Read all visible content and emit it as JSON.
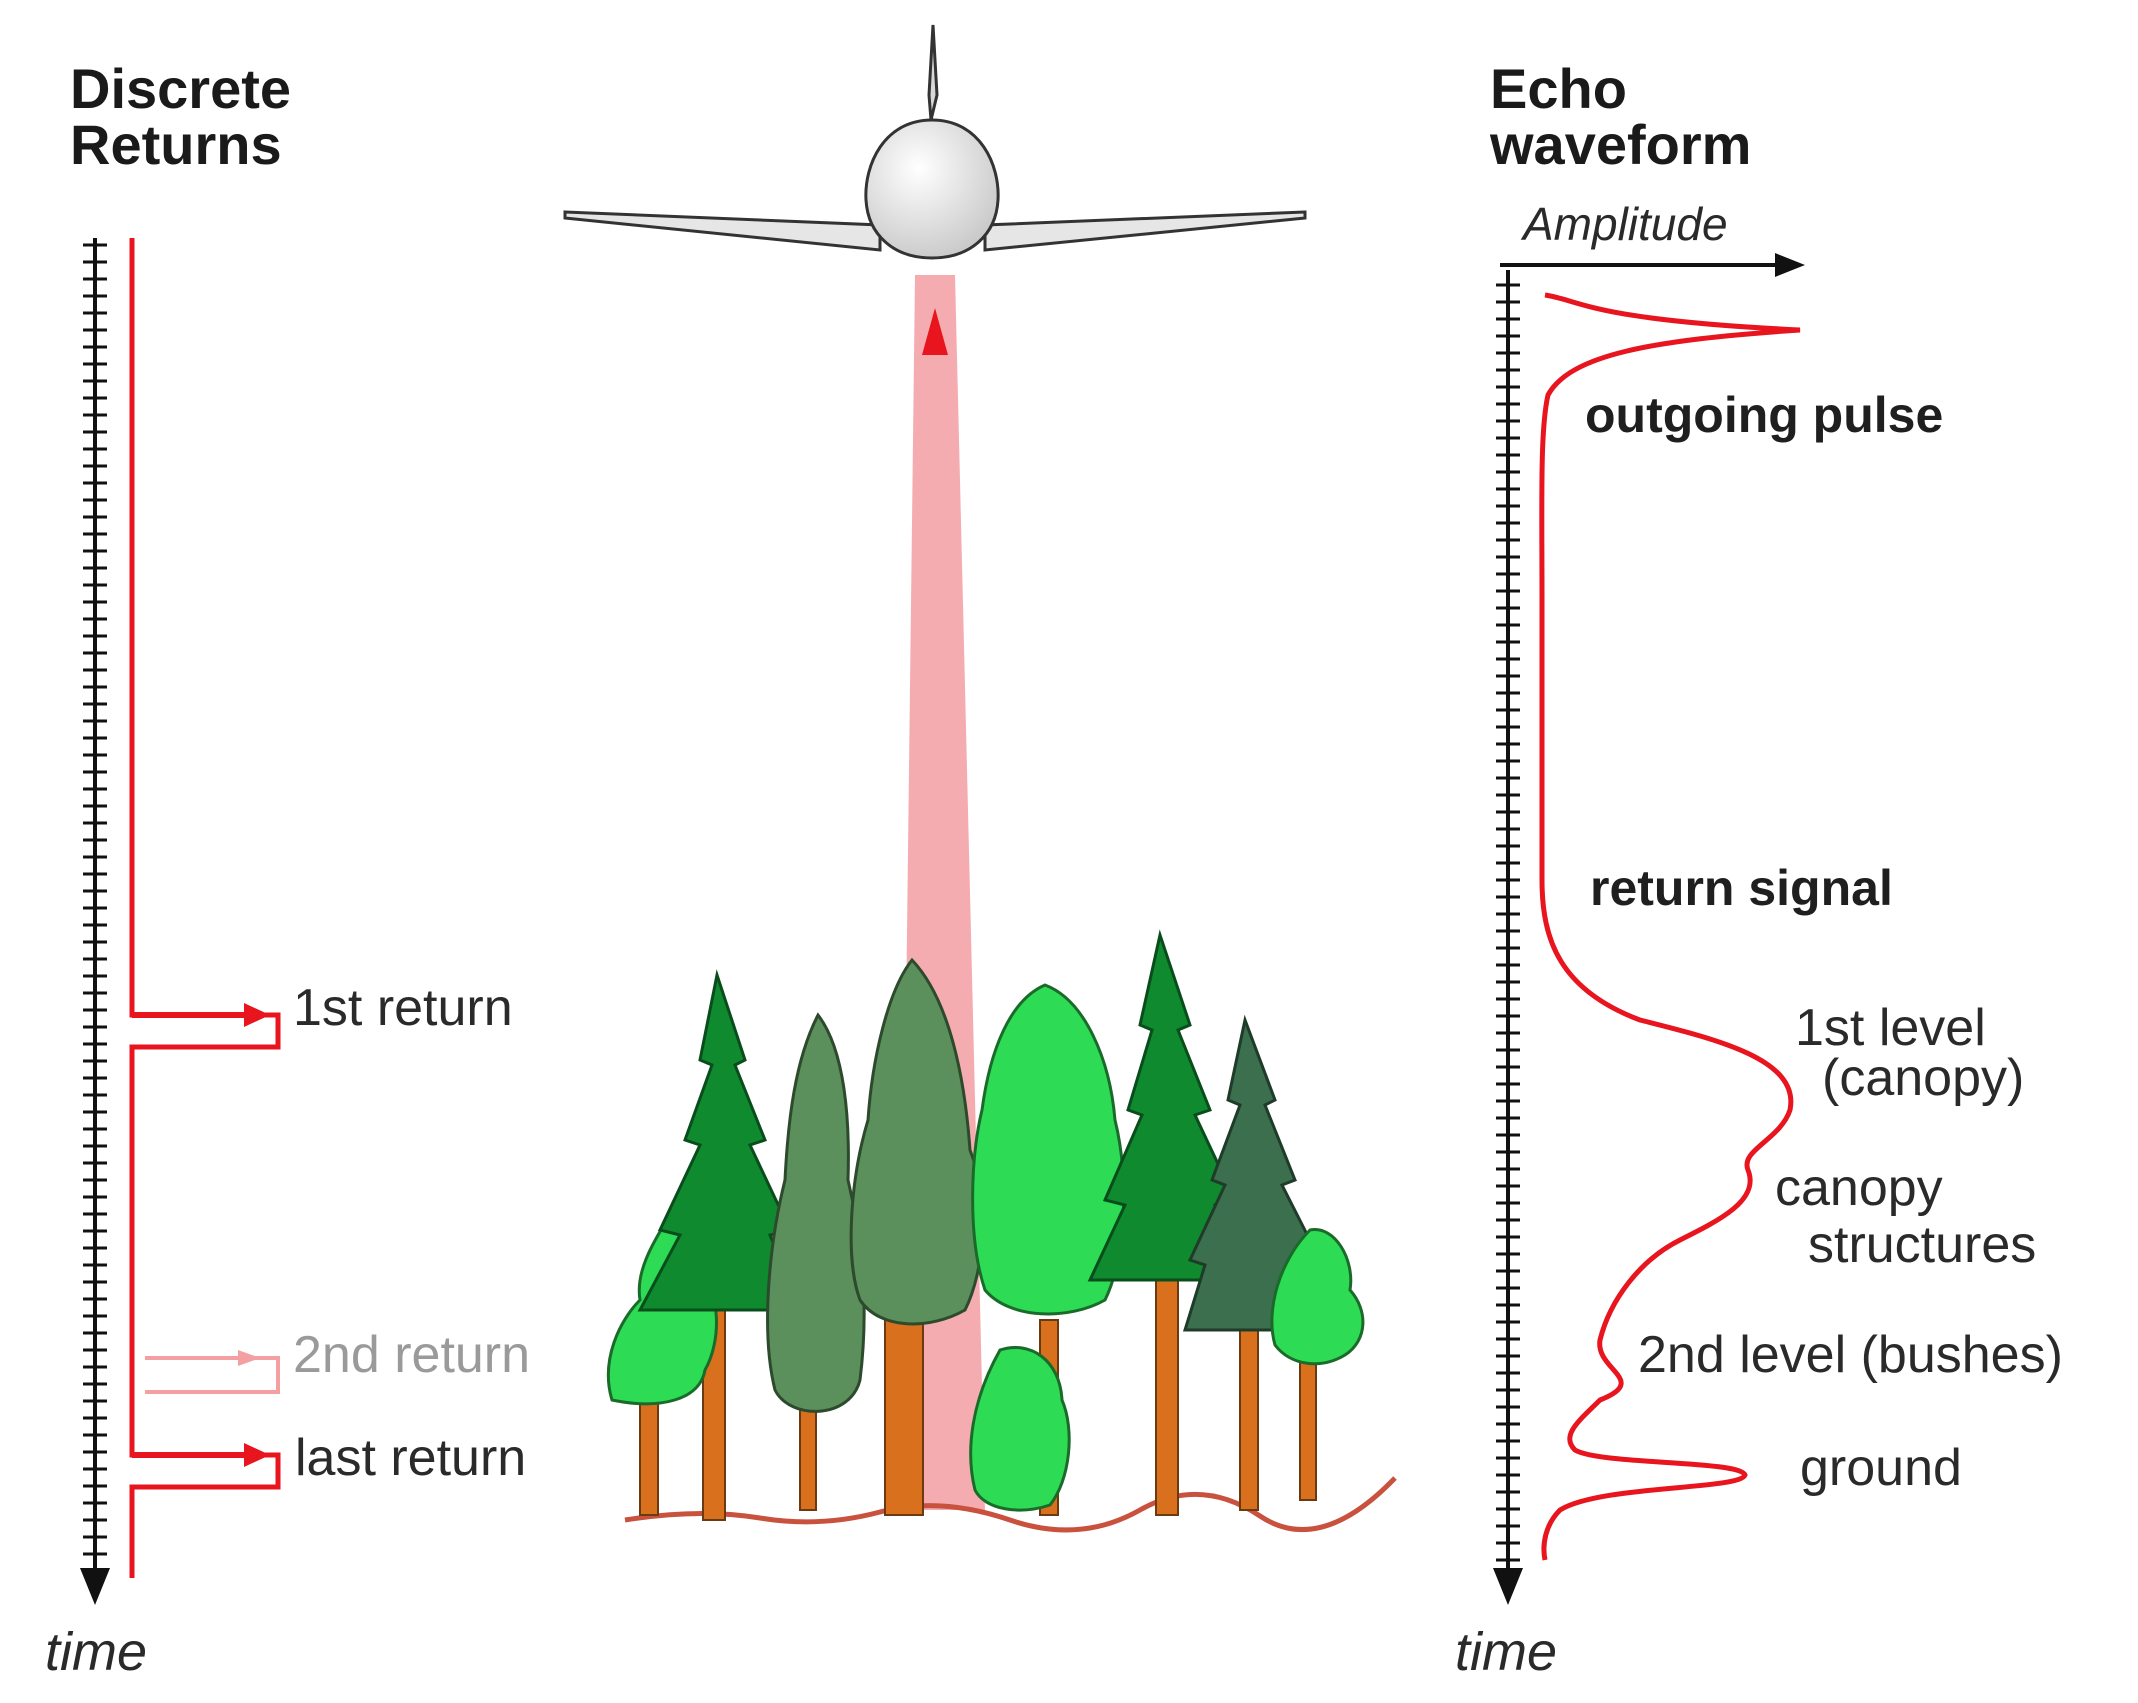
{
  "left_panel": {
    "title_line1": "Discrete",
    "title_line2": "Returns",
    "axis_label": "time",
    "returns": [
      {
        "label": "1st return",
        "style": "strong"
      },
      {
        "label": "2nd return",
        "style": "faded"
      },
      {
        "label": "last return",
        "style": "strong"
      }
    ]
  },
  "right_panel": {
    "title_line1": "Echo",
    "title_line2": "waveform",
    "amplitude_label": "Amplitude",
    "axis_label": "time",
    "annotations": {
      "outgoing_pulse": "outgoing pulse",
      "return_signal": "return signal",
      "first_level_line1": "1st level",
      "first_level_line2": "(canopy)",
      "canopy_structures_line1": "canopy",
      "canopy_structures_line2": "structures",
      "second_level": "2nd level (bushes)",
      "ground": "ground"
    }
  },
  "colors": {
    "signal_red": "#e8141e",
    "faded_red": "#f4a0a2",
    "beam": "#f4a3a8",
    "dark_green": "#0f8a2e",
    "mid_green": "#1fc24a",
    "light_green": "#2edb55",
    "gray_green": "#5b8f5b",
    "dark_gray_green": "#3b6f4e",
    "trunk": "#d9701e",
    "ground_line": "#c8523e"
  },
  "icons": {
    "aircraft": "airplane-icon",
    "trees": "forest-illustration"
  }
}
